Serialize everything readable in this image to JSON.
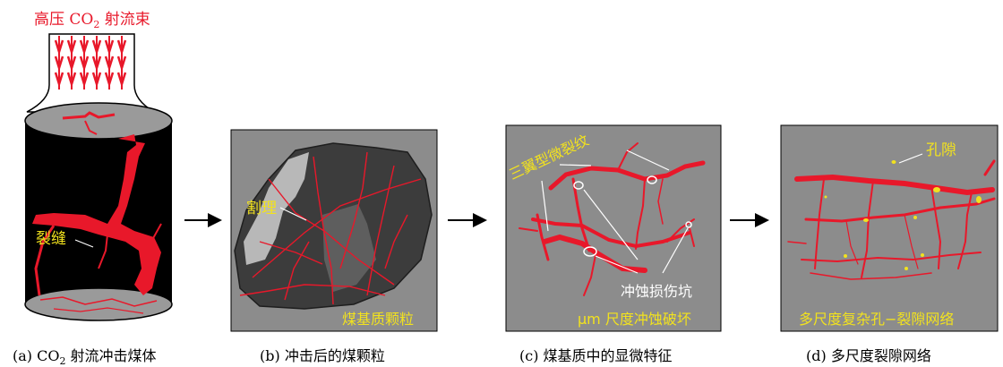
{
  "panel_a": {
    "jet_label_pre": "高压 CO",
    "jet_label_sub": "2",
    "jet_label_post": " 射流束",
    "crack_label": "裂缝",
    "caption_pre": "(a) CO",
    "caption_sub": "2",
    "caption_post": " 射流冲击煤体"
  },
  "panel_b": {
    "cleat_label": "割理",
    "corner_label": "煤基质颗粒",
    "caption": "(b) 冲击后的煤颗粒"
  },
  "panel_c": {
    "crack_label": "三翼型微裂纹",
    "pit_label": "冲蚀损伤坑",
    "corner_label": "μm 尺度冲蚀破坏",
    "caption": "(c) 煤基质中的显微特征"
  },
  "panel_d": {
    "pore_label": "孔隙",
    "corner_label": "多尺度复杂孔−裂隙网络",
    "caption": "(d) 多尺度裂隙网络"
  },
  "colors": {
    "red": "#e8182a",
    "yellow": "#f2e21e",
    "panel_gray": "#8c8c8c",
    "coal_dark": "#3c3c3c",
    "cylinder_black": "#000000"
  }
}
